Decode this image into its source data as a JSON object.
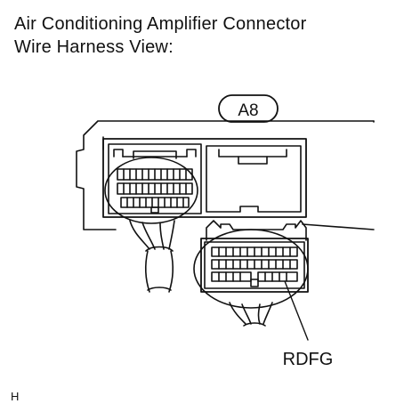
{
  "title": {
    "line1": "Air Conditioning Amplifier Connector",
    "line2": "Wire Harness View:"
  },
  "connector_id": "A8",
  "terminal_label": "RDFG",
  "corner_code": "H"
}
